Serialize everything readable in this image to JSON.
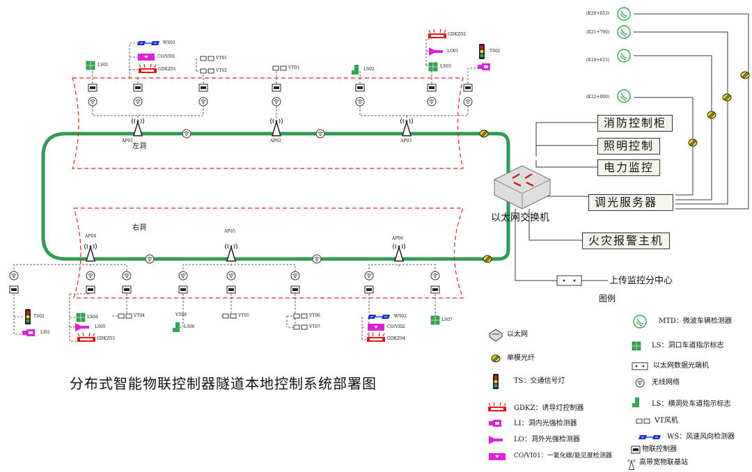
{
  "title": "分布式智能物联控制器隧道本地控制系统部署图",
  "tunnel": {
    "left": "左洞",
    "right": "右洞"
  },
  "switch_label": "以太网交换机",
  "control_boxes": [
    "消防控制柜",
    "照明控制",
    "电力监控",
    "调光服务器",
    "火灾报警主机"
  ],
  "upload_label": "上传监控分中心",
  "mtd_stakes": [
    "(K20+653)",
    "(K21+790)",
    "(K18+615)",
    "(K22+000)"
  ],
  "device_labels_top": [
    "LS01",
    "CO/VI01",
    "GDKZ01",
    "WS01",
    "VT01",
    "VT02",
    "VT03",
    "TS01",
    "LO01",
    "LS02",
    "LS03",
    "GDKZ02",
    "AP01",
    "AP02",
    "AP03"
  ],
  "device_labels_bottom": [
    "TS02",
    "LI01",
    "LS04",
    "GDKZ03",
    "LS05",
    "LS06",
    "VT04",
    "VT05",
    "VT06",
    "VT07",
    "VT08",
    "WS02",
    "CO/VI02",
    "GDKZ04",
    "LS07",
    "AP04",
    "AP05",
    "AP06"
  ],
  "legend": {
    "title": "图例",
    "items": [
      {
        "key": "ethernet",
        "label": "以太网"
      },
      {
        "key": "fiber",
        "label": "单模光纤"
      },
      {
        "key": "ts",
        "label": "TS：交通信号灯"
      },
      {
        "key": "gdkz",
        "label": "GDKZ：诱导灯控制器"
      },
      {
        "key": "li",
        "label": "LI：洞内光强检测器"
      },
      {
        "key": "lo",
        "label": "LO：洞外光强检测器"
      },
      {
        "key": "covi",
        "label": "CO/VI01：一氧化碳/能见度检测器"
      },
      {
        "key": "mtd",
        "label": "MTD：微波车辆检测器"
      },
      {
        "key": "ls1",
        "label": "LS：洞口车道指示标志"
      },
      {
        "key": "eth_data",
        "label": "以太网数据光端机"
      },
      {
        "key": "wifi",
        "label": "无线网络"
      },
      {
        "key": "ls2",
        "label": "LS：横洞处车道指示标志"
      },
      {
        "key": "vt",
        "label": "VT风机"
      },
      {
        "key": "ws",
        "label": "WS：风速风向检测器"
      },
      {
        "key": "iot",
        "label": "物联控制器"
      },
      {
        "key": "ap",
        "label": "高带宽物联基站"
      }
    ]
  },
  "colors": {
    "ring": "#2e9a52",
    "dash": "#e02020",
    "magenta": "#e020d8",
    "green": "#2fa84f",
    "blue": "#1a2fd0",
    "red": "#e01818",
    "yellow": "#e8d21a"
  }
}
